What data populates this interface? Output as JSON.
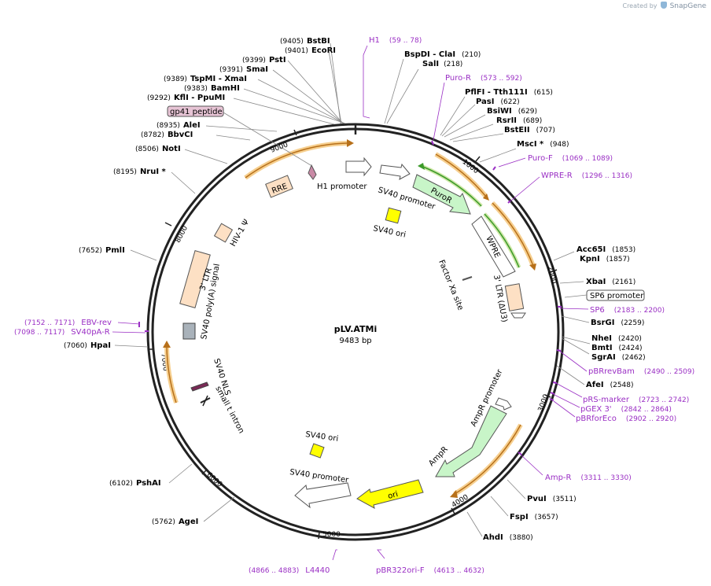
{
  "app": {
    "credit_prefix": "Created by",
    "credit_brand": "SnapGene"
  },
  "map": {
    "name": "pLV.ATMi",
    "length_label": "9483 bp",
    "total_bp": 9483,
    "ticks": [
      "1000",
      "2000",
      "3000",
      "4000",
      "5000",
      "6000",
      "7000",
      "8000",
      "9000"
    ]
  },
  "sites": [
    {
      "name": "BstBI",
      "pos": "(9405)"
    },
    {
      "name": "EcoRI",
      "pos": "(9401)"
    },
    {
      "name": "PstI",
      "pos": "(9399)"
    },
    {
      "name": "SmaI",
      "pos": "(9391)"
    },
    {
      "name": "TspMI - XmaI",
      "pos": "(9389)"
    },
    {
      "name": "BamHI",
      "pos": "(9383)"
    },
    {
      "name": "KflI - PpuMI",
      "pos": "(9292)"
    },
    {
      "name": "AleI",
      "pos": "(8935)"
    },
    {
      "name": "BbvCI",
      "pos": "(8782)"
    },
    {
      "name": "NotI",
      "pos": "(8506)"
    },
    {
      "name": "NruI *",
      "pos": "(8195)"
    },
    {
      "name": "PmlI",
      "pos": "(7652)"
    },
    {
      "name": "HpaI",
      "pos": "(7060)"
    },
    {
      "name": "PshAI",
      "pos": "(6102)"
    },
    {
      "name": "AgeI",
      "pos": "(5762)"
    },
    {
      "name": "BspDI - ClaI",
      "pos": "(210)"
    },
    {
      "name": "SalI",
      "pos": "(218)"
    },
    {
      "name": "PflFI - Tth111I",
      "pos": "(615)"
    },
    {
      "name": "PasI",
      "pos": "(622)"
    },
    {
      "name": "BsiWI",
      "pos": "(629)"
    },
    {
      "name": "RsrII",
      "pos": "(689)"
    },
    {
      "name": "BstEII",
      "pos": "(707)"
    },
    {
      "name": "MscI *",
      "pos": "(948)"
    },
    {
      "name": "Acc65I",
      "pos": "(1853)"
    },
    {
      "name": "KpnI",
      "pos": "(1857)"
    },
    {
      "name": "XbaI",
      "pos": "(2161)"
    },
    {
      "name": "BsrGI",
      "pos": "(2259)"
    },
    {
      "name": "NheI",
      "pos": "(2420)"
    },
    {
      "name": "BmtI",
      "pos": "(2424)"
    },
    {
      "name": "SgrAI",
      "pos": "(2462)"
    },
    {
      "name": "AfeI",
      "pos": "(2548)"
    },
    {
      "name": "PvuI",
      "pos": "(3511)"
    },
    {
      "name": "FspI",
      "pos": "(3657)"
    },
    {
      "name": "AhdI",
      "pos": "(3880)"
    }
  ],
  "primers": [
    {
      "name": "H1",
      "range": "(59 .. 78)"
    },
    {
      "name": "Puro-R",
      "range": "(573 .. 592)"
    },
    {
      "name": "Puro-F",
      "range": "(1069 .. 1089)"
    },
    {
      "name": "WPRE-R",
      "range": "(1296 .. 1316)"
    },
    {
      "name": "SP6",
      "range": "(2183 .. 2200)"
    },
    {
      "name": "pBRrevBam",
      "range": "(2490 .. 2509)"
    },
    {
      "name": "pRS-marker",
      "range": "(2723 .. 2742)"
    },
    {
      "name": "pGEX 3'",
      "range": "(2842 .. 2864)"
    },
    {
      "name": "pBRforEco",
      "range": "(2902 .. 2920)"
    },
    {
      "name": "Amp-R",
      "range": "(3311 .. 3330)"
    },
    {
      "name": "pBR322ori-F",
      "range": "(4613 .. 4632)"
    },
    {
      "name": "L4440",
      "range": "(4866 .. 4883)"
    },
    {
      "name": "EBV-rev",
      "range": "(7152 .. 7171)"
    },
    {
      "name": "SV40pA-R",
      "range": "(7098 .. 7117)"
    }
  ],
  "boxed_labels": {
    "sp6_promoter": "SP6 promoter",
    "gp41_peptide": "gp41 peptide"
  },
  "features": {
    "h1_promoter": "H1 promoter",
    "sv40_promoter_top": "SV40 promoter",
    "puro": "PuroR",
    "sv40_ori_top": "SV40 ori",
    "wpre": "WPRE",
    "factor_xa": "Factor Xa site",
    "ltr_au3": "3' LTR (ΔU3)",
    "ampr_promoter": "AmpR promoter",
    "ampr": "AmpR",
    "ori": "ori",
    "sv40_promoter_bottom": "SV40 promoter",
    "sv40_ori_bottom": "SV40 ori",
    "small_t_intron": "small t intron",
    "sv40_nls": "SV40 NLS",
    "sv40_polya": "SV40 poly(A) signal",
    "ltr3": "3' LTR",
    "hiv_psi": "HIV-1 Ψ",
    "rre": "RRE"
  },
  "colors": {
    "backbone": "#222222",
    "primer": "#9a2fc4",
    "puro_fill": "#c8f5c8",
    "ori_fill": "#ffff00",
    "ltr_fill": "#fde0c4",
    "orf_arrow": "#e59a2a",
    "orf_green": "#3c9a2a",
    "gp41": "#e7c4d5"
  }
}
